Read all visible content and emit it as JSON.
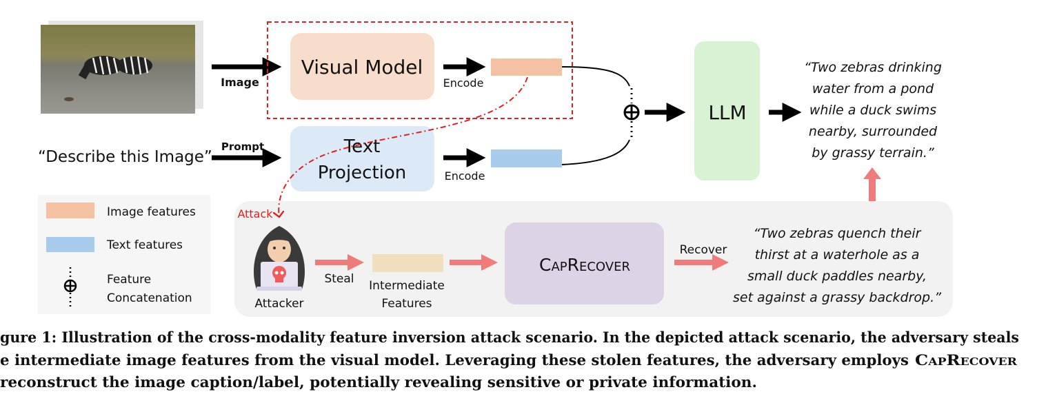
{
  "figure": {
    "input_image_label": "Image",
    "prompt_text": "“Describe this Image”",
    "prompt_label": "Prompt",
    "visual_model": "Visual Model",
    "text_projection": [
      "Text",
      "Projection"
    ],
    "encode_label": "Encode",
    "llm": "LLM",
    "attack_label": "Attack",
    "llm_output": [
      "“Two zebras drinking",
      "water from a pond",
      "while a duck swims",
      "nearby, surrounded",
      "by grassy terrain.”"
    ],
    "attacker_label": "Attacker",
    "steal_label": "Steal",
    "intermediate_features": [
      "Intermediate",
      "Features"
    ],
    "caprecover": "CapRecover",
    "recover_label": "Recover",
    "recovered_output": [
      "“Two zebras quench their",
      "thirst at a waterhole as a",
      "small duck paddles nearby,",
      "set against a grassy backdrop.”"
    ],
    "legend": {
      "image_features": "Image features",
      "text_features": "Text features",
      "concat": [
        "Feature",
        "Concatenation"
      ]
    },
    "colors": {
      "image_feature": "#f5c1a3",
      "text_feature": "#a9cbeb",
      "intermediate_feature": "#f2dfbf",
      "visual_model_box": "#f9ddcc",
      "text_projection_box": "#dce9f6",
      "llm_box": "#d9f2d4",
      "caprecover_box": "#dcd3e6",
      "attack_arrow": "#f07b7b",
      "attack_dash": "#e02020"
    }
  },
  "caption": {
    "line1": "gure 1: Illustration of the cross-modality feature inversion attack scenario. In the depicted attack scenario, the adversary steals",
    "line2a": "e intermediate image features from the visual model. Leveraging these stolen features, the adversary employs",
    "line2b": "CapRecover",
    "line3": "reconstruct the image caption/label, potentially revealing sensitive or private information."
  }
}
